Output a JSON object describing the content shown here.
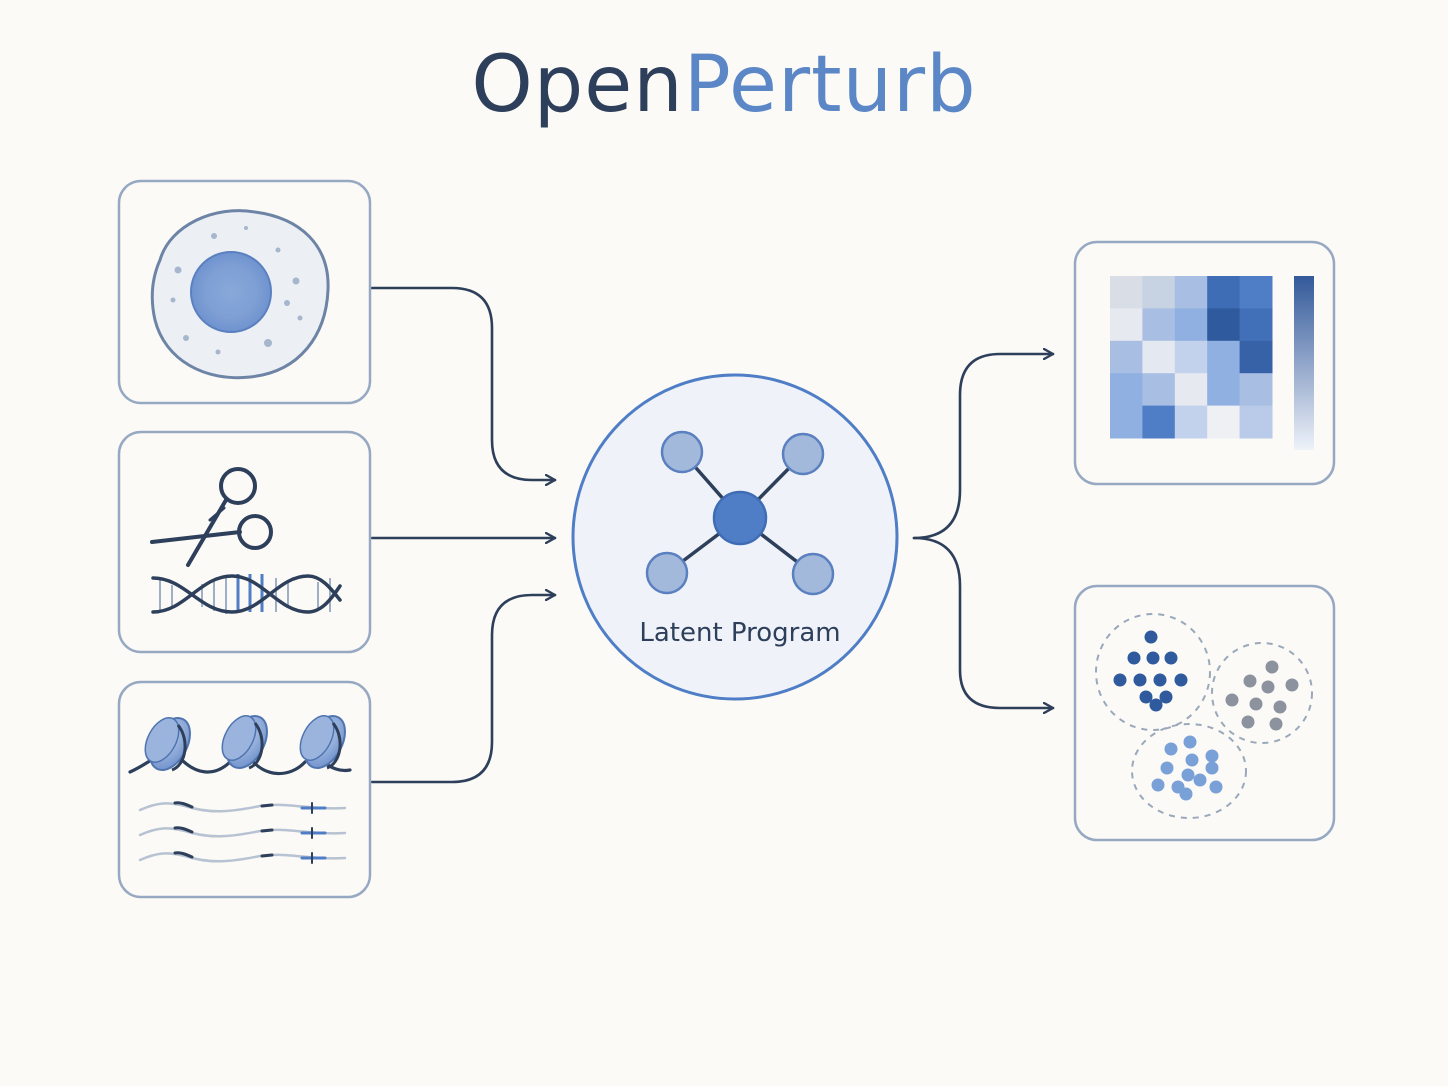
{
  "title": {
    "part1": "Open",
    "part2": "Perturb"
  },
  "center_node": {
    "label": "Latent Program"
  },
  "colors": {
    "background": "#fbfaf6",
    "title_dark": "#2d3f5a",
    "title_accent": "#5b87c7",
    "panel_border": "#97a9c2",
    "connector": "#2d3f5a",
    "node_fill": "#a3b9dc",
    "node_center": "#4f7ec6"
  },
  "icons": {
    "input_1": "cell-icon",
    "input_2": "crispr-scissors-dna-icon",
    "input_3": "chromatin-transcripts-icon",
    "output_1": "heatmap-icon",
    "output_2": "clusters-icon"
  }
}
